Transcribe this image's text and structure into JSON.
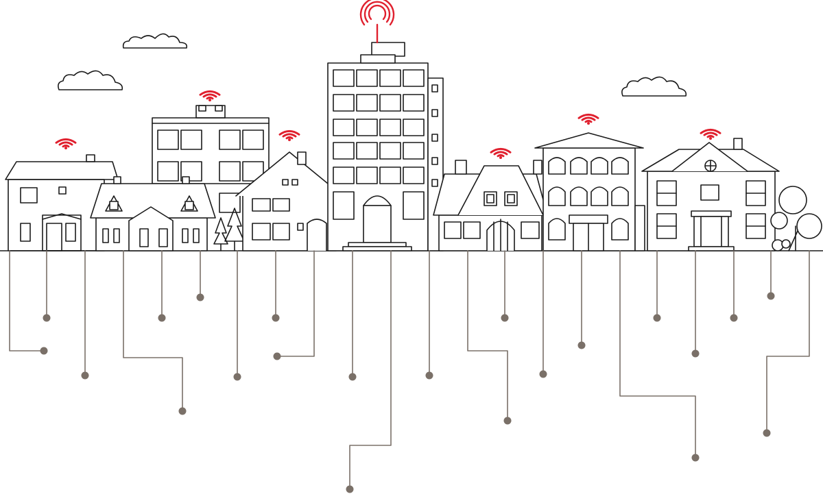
{
  "colors": {
    "outline": "#1a1a1a",
    "wifi_accent": "#e0202e",
    "network_line": "#7a7068",
    "background": "#ffffff"
  },
  "icons": {
    "wifi": "wifi-icon",
    "antenna": "antenna-icon",
    "cloud": "cloud-icon",
    "tree": "tree-icon",
    "network_node": "network-node-icon"
  },
  "scene": {
    "description_hidden": "",
    "buildings": [
      "house",
      "townhouse",
      "office-building",
      "cottage",
      "tower",
      "gabled-house",
      "apartment",
      "villa"
    ],
    "wifi_signals": 6,
    "network_nodes": 23
  }
}
